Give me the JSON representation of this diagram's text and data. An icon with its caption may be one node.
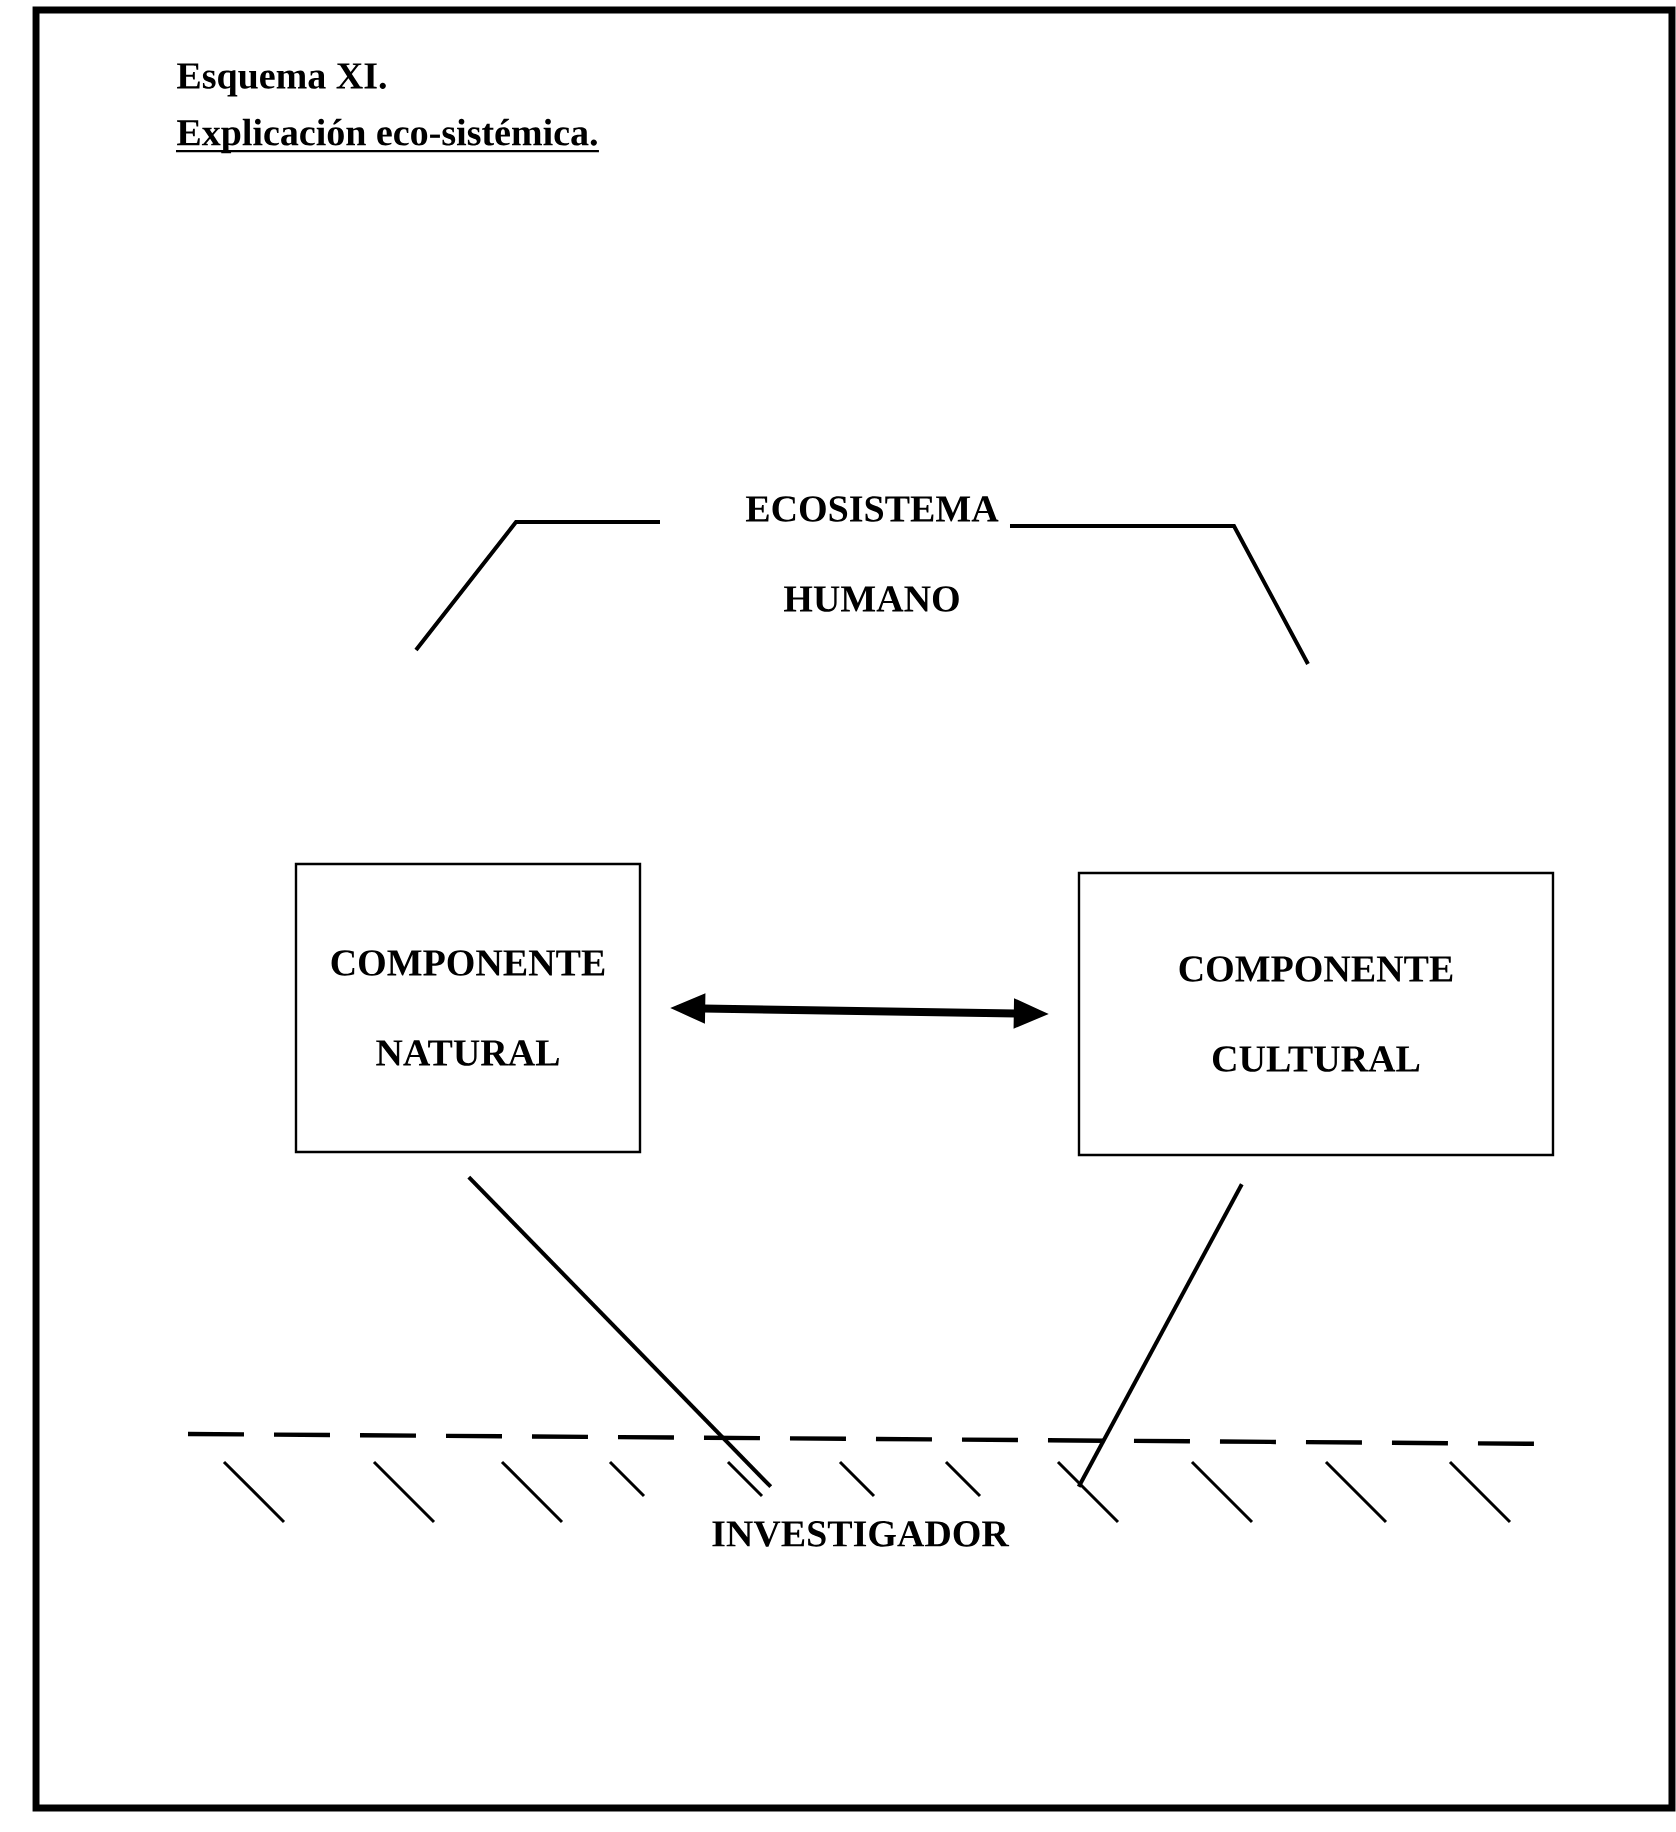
{
  "diagram": {
    "title": "Esquema XI.",
    "nodes": [
      {
        "text": [
          "ECOSISTEMA HUMANO"
        ]
      },
      {
        "text": [
          "COMPONENTE NATURAL"
        ]
      },
      {
        "text": [
          "COMPONENTE CULTURAL"
        ]
      },
      {
        "text": [
          "INVESTIGADOR"
        ]
      }
    ],
    "edges": [
      {
        "from": 1,
        "to": 2,
        "arrow": "both",
        "style": "thick"
      },
      {
        "from": 1,
        "to": 3,
        "arrow": "none"
      },
      {
        "from": 2,
        "to": 3,
        "arrow": "none"
      }
    ],
    "labels": [
      "Explicación eco-sistémica."
    ]
  }
}
